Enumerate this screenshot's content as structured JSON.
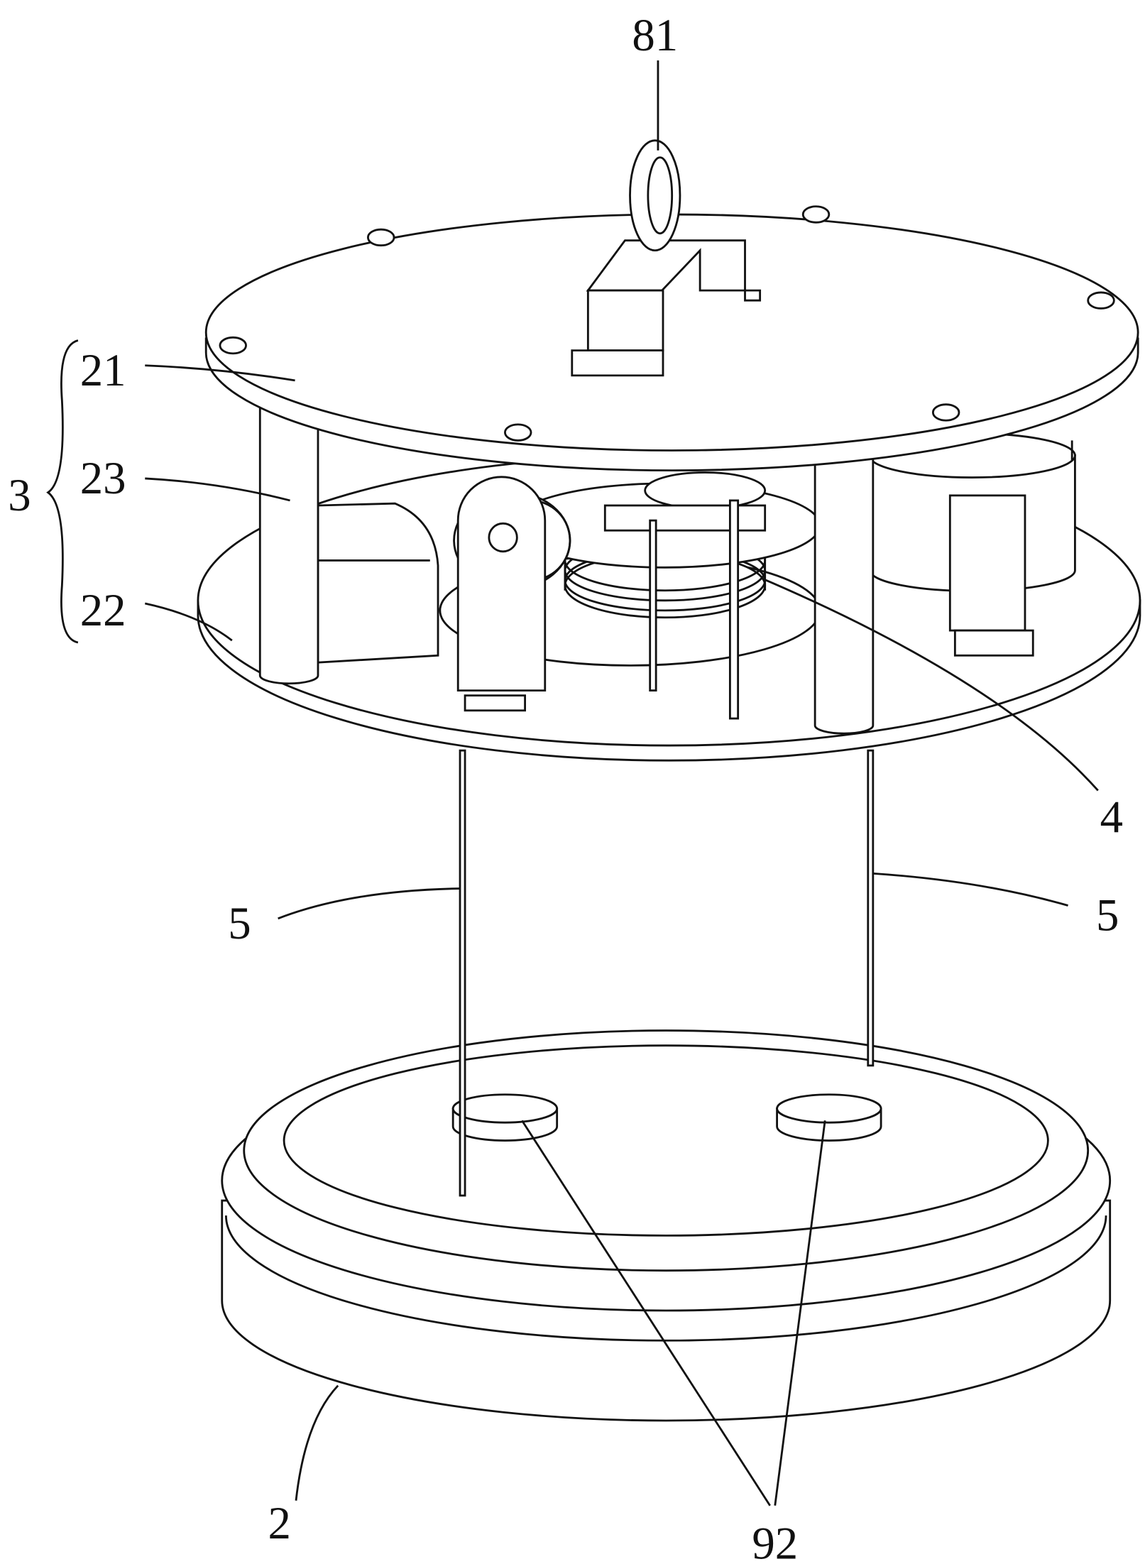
{
  "figure": {
    "labels": {
      "ring": "81",
      "top_plate": "21",
      "support_column": "23",
      "bottom_plate": "22",
      "frame_assembly": "3",
      "winding_mechanism": "4",
      "rope_left": "5",
      "rope_right": "5",
      "base": "2",
      "sensor_pads": "92"
    }
  }
}
